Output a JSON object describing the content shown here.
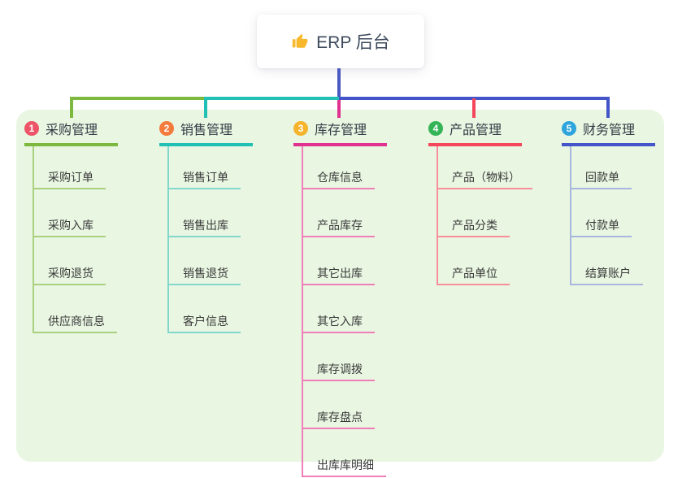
{
  "root": {
    "label": "ERP 后台",
    "icon": "thumbs-up-icon",
    "icon_color": "#f7b92b"
  },
  "canvas": {
    "panel_bg": "#e9f6e2",
    "root_connector_color": "#4a5ac2"
  },
  "branches": [
    {
      "num": "1",
      "label": "采购管理",
      "badge_color": "#ee5468",
      "line_color": "#7cb93e",
      "light_color": "#a9d07f",
      "children": [
        "采购订单",
        "采购入库",
        "采购退货",
        "供应商信息"
      ]
    },
    {
      "num": "2",
      "label": "销售管理",
      "badge_color": "#f47b3c",
      "line_color": "#22bfb4",
      "light_color": "#82d8cd",
      "children": [
        "销售订单",
        "销售出库",
        "销售退货",
        "客户信息"
      ]
    },
    {
      "num": "3",
      "label": "库存管理",
      "badge_color": "#f6b42d",
      "line_color": "#e0318f",
      "light_color": "#ee7fb8",
      "children": [
        "仓库信息",
        "产品库存",
        "其它出库",
        "其它入库",
        "库存调拨",
        "库存盘点",
        "出库库明细"
      ]
    },
    {
      "num": "4",
      "label": "产品管理",
      "badge_color": "#35b457",
      "line_color": "#f4475c",
      "light_color": "#f78f9b",
      "children": [
        "产品（物料）",
        "产品分类",
        "产品单位"
      ]
    },
    {
      "num": "5",
      "label": "财务管理",
      "badge_color": "#2ea6dd",
      "line_color": "#4355c8",
      "light_color": "#a9b6dd",
      "children": [
        "回款单",
        "付款单",
        "结算账户"
      ]
    }
  ]
}
